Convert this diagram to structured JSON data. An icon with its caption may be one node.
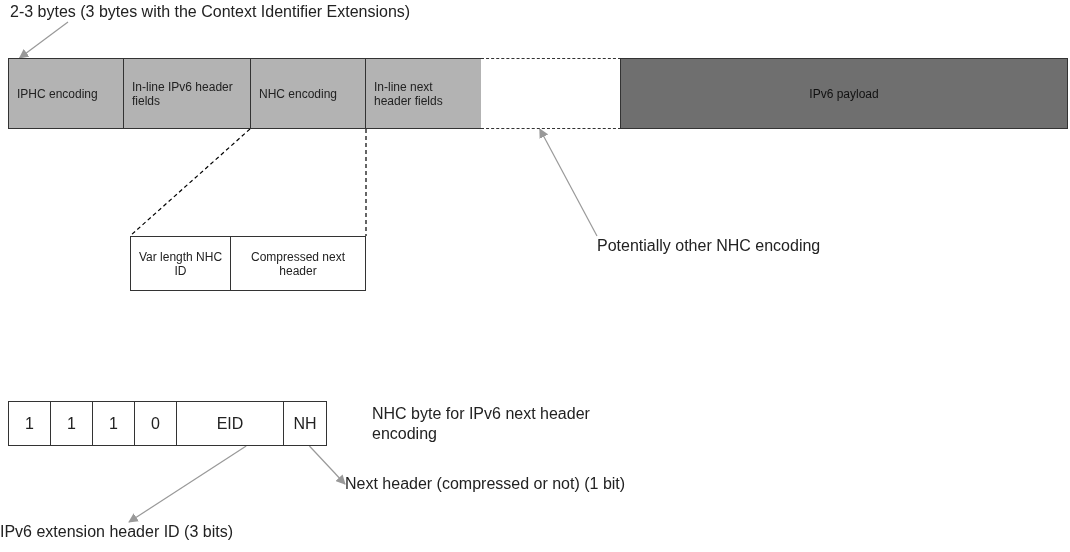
{
  "diagram": {
    "nodes": [
      {
        "text": [
          "2-3 bytes (3 bytes with the Context Identifier Extensions)"
        ]
      },
      {
        "text": [
          "IPHC encoding"
        ]
      },
      {
        "text": [
          "In-line IPv6 header fields"
        ]
      },
      {
        "text": [
          "NHC encoding"
        ]
      },
      {
        "text": [
          "In-line next header fields"
        ]
      },
      {
        "text": [],
        "shape": "box"
      },
      {
        "text": [
          "IPv6 payload"
        ]
      },
      {
        "text": [
          "Var length NHC ID"
        ]
      },
      {
        "text": [
          "Compressed next header"
        ]
      },
      {
        "text": [
          "Potentially other NHC encoding"
        ]
      },
      {
        "text": [
          "1"
        ]
      },
      {
        "text": [
          "1"
        ]
      },
      {
        "text": [
          "1"
        ]
      },
      {
        "text": [
          "0"
        ]
      },
      {
        "text": [
          "EID"
        ]
      },
      {
        "text": [
          "NH"
        ]
      },
      {
        "text": [
          "Next header (compressed or not) (1 bit)"
        ]
      },
      {
        "text": [
          "IPv6 extension header ID (3 bits)"
        ]
      }
    ],
    "edges": [
      {
        "from": 0,
        "to": 1,
        "arrow": "to"
      },
      {
        "from": 9,
        "to": 5,
        "arrow": "to"
      },
      {
        "from": 3,
        "to": 7,
        "arrow": "none",
        "style": "dashed",
        "color": "#000000"
      },
      {
        "from": 3,
        "to": 8,
        "arrow": "none",
        "style": "dashed",
        "color": "#000000"
      },
      {
        "from": 14,
        "to": 17,
        "arrow": "to"
      },
      {
        "from": 15,
        "to": 16,
        "arrow": "to"
      }
    ],
    "labels": [
      "NHC byte for IPv6 next header encoding"
    ]
  }
}
